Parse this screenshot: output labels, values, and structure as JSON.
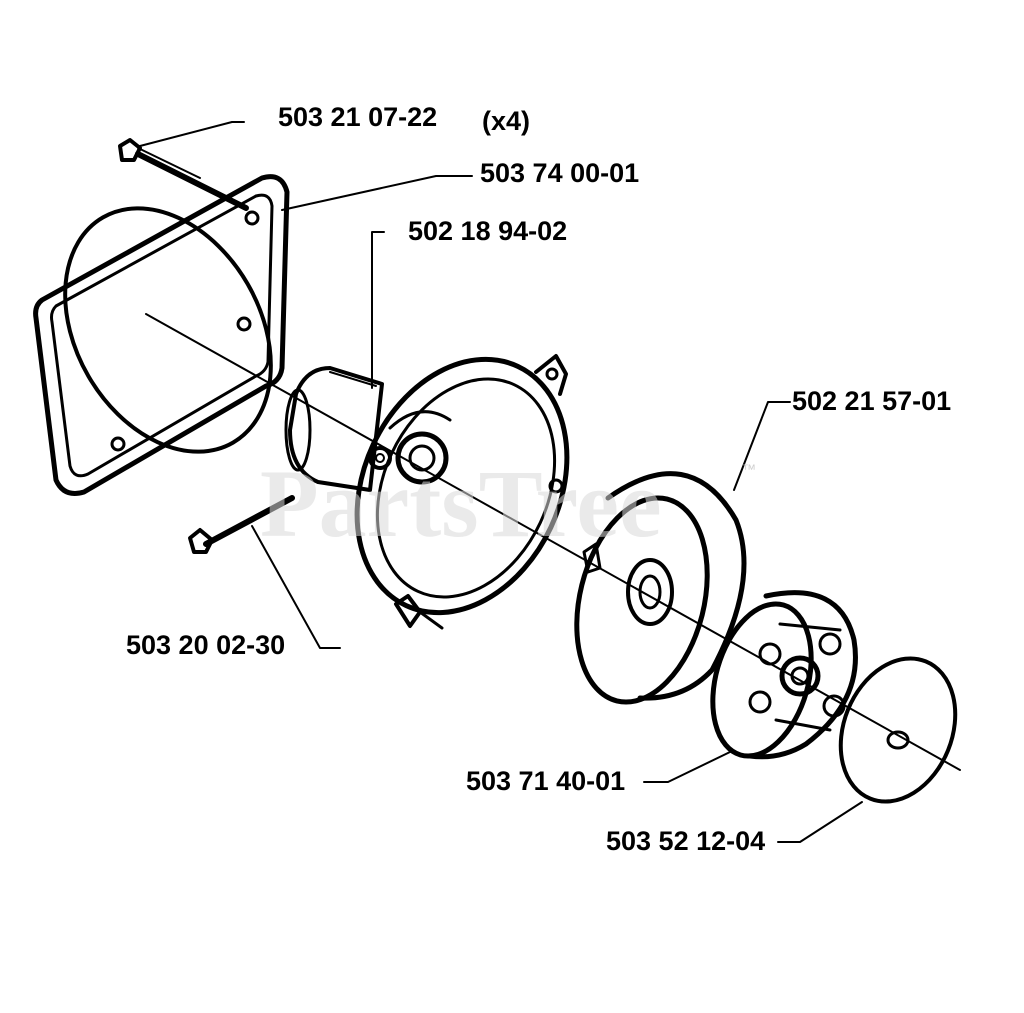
{
  "watermark": {
    "text": "PartsTree",
    "trademark": "™"
  },
  "callouts": {
    "bolt_qty_label": "503 21 07-22",
    "bolt_qty_count": "(x4)",
    "gasket": "503 74 00-01",
    "housing": "502 18 94-02",
    "clutch_drum": "502 21 57-01",
    "bolt_lower": "503 20 02-30",
    "clutch_assembly": "503 71 40-01",
    "washer": "503 52 12-04"
  }
}
